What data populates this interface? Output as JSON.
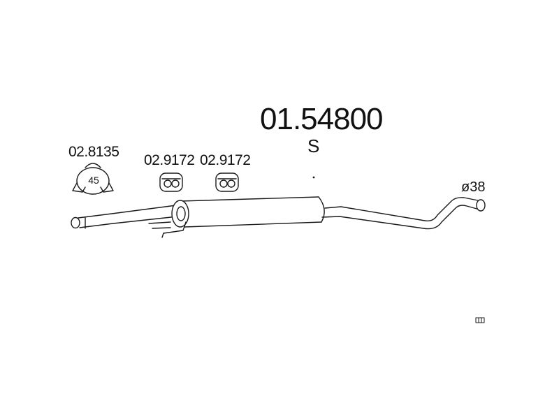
{
  "diagram": {
    "part_number": "01.54800",
    "variant_code": "S",
    "pipe_diameter": "ø38",
    "clamp": {
      "part_number": "02.8135",
      "size": "45"
    },
    "hangers": [
      {
        "part_number": "02.9172"
      },
      {
        "part_number": "02.9172"
      }
    ],
    "icons": [
      "clamp-icon",
      "rubber-hanger-icon",
      "exhaust-pipe-icon",
      "middle-silencer-icon",
      "pipe-end-icon",
      "layout-icon"
    ],
    "colors": {
      "line": "#1a1a1a",
      "background": "#ffffff"
    }
  }
}
